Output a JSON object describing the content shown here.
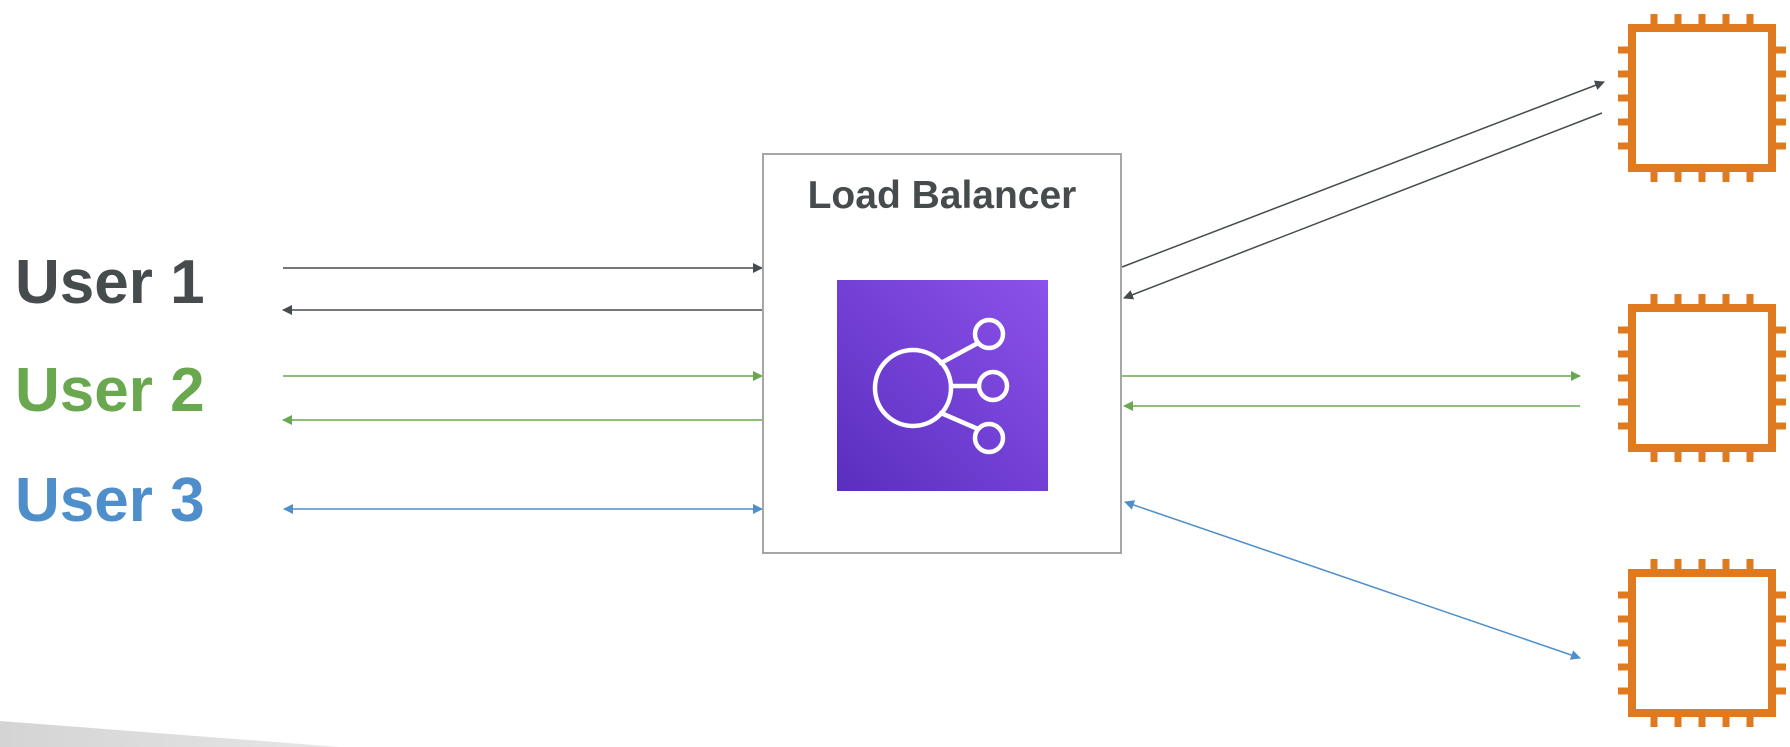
{
  "users": [
    {
      "label": "User 1",
      "color": "#464c4e"
    },
    {
      "label": "User 2",
      "color": "#6aa84f"
    },
    {
      "label": "User 3",
      "color": "#4e8fcb"
    }
  ],
  "load_balancer": {
    "title": "Load Balancer",
    "title_color": "#464c4e",
    "border_color": "#a6a6a6",
    "icon": "elastic-load-balancing-icon",
    "icon_gradient": [
      "#5a2ebf",
      "#8c52eb"
    ]
  },
  "instances": [
    {
      "icon": "ec2-instance-icon",
      "color": "#e07a1f"
    },
    {
      "icon": "ec2-instance-icon",
      "color": "#e07a1f"
    },
    {
      "icon": "ec2-instance-icon",
      "color": "#e07a1f"
    }
  ],
  "connections": [
    {
      "user": "User 1",
      "instance": 1,
      "color": "#464c4e"
    },
    {
      "user": "User 2",
      "instance": 2,
      "color": "#6aa84f"
    },
    {
      "user": "User 3",
      "instance": 3,
      "color": "#4e8fcb"
    }
  ]
}
